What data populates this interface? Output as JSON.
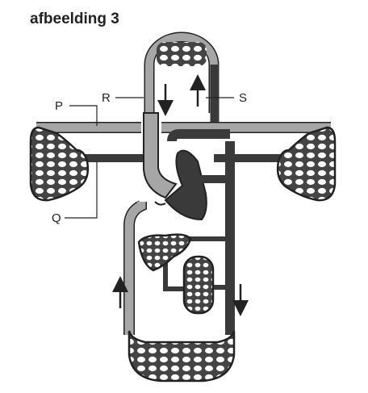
{
  "figure": {
    "title": "afbeelding 3",
    "labels": {
      "P": "P",
      "Q": "Q",
      "R": "R",
      "S": "S"
    }
  },
  "colors": {
    "light_vessel": "#a6a6a6",
    "dark_vessel": "#3a3a3a",
    "outline": "#222222",
    "background": "#ffffff"
  },
  "icons": [
    "arrow-down-icon",
    "arrow-up-icon"
  ]
}
